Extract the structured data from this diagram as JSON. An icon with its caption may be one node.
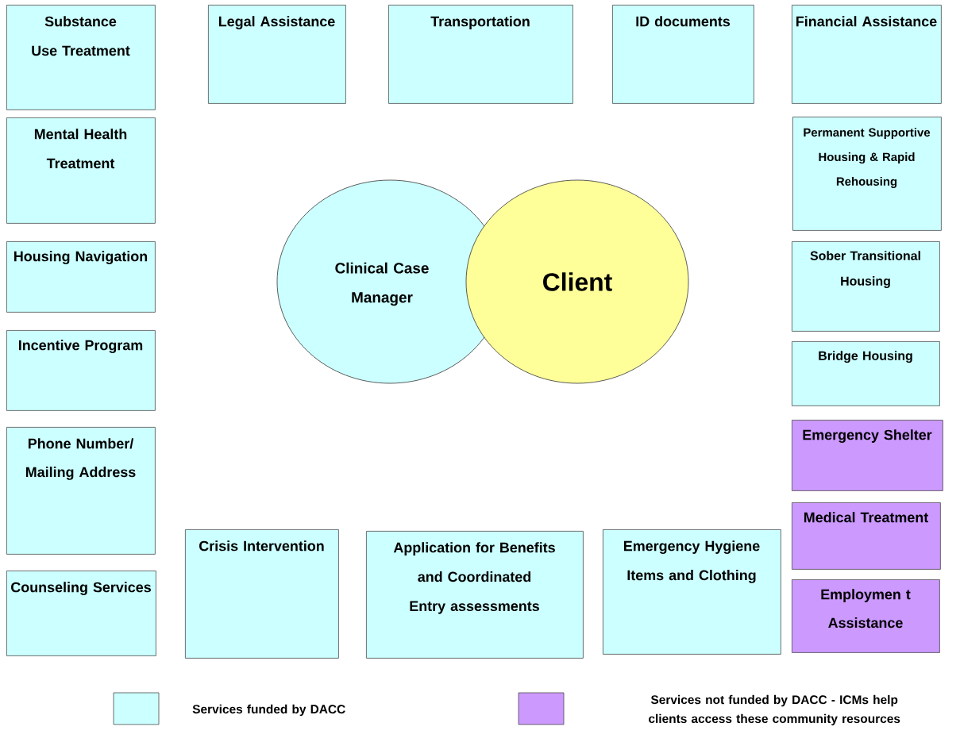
{
  "diagram": {
    "nodes": [
      {
        "text": [
          "Substance Use Treatment"
        ]
      },
      {
        "text": [
          "Legal Assistance"
        ]
      },
      {
        "text": [
          "Transportation"
        ]
      },
      {
        "text": [
          "ID documents"
        ]
      },
      {
        "text": [
          "Financial Assistance"
        ]
      },
      {
        "text": [
          "Mental Health Treatment"
        ]
      },
      {
        "text": [
          "Permanent Supportive Housing & Rapid Rehousing"
        ]
      },
      {
        "text": [
          "Clinical Case Manager"
        ]
      },
      {
        "text": [
          "Client"
        ]
      },
      {
        "text": [
          "Housing Navigation"
        ]
      },
      {
        "text": [
          "Sober Transitional Housing"
        ]
      },
      {
        "text": [
          "Incentive Program"
        ]
      },
      {
        "text": [
          "Bridge Housing"
        ]
      },
      {
        "text": [
          "Phone Number/ Mailing Address"
        ]
      },
      {
        "text": [
          "Emergency Shelter"
        ]
      },
      {
        "text": [
          "Medical Treatment"
        ]
      },
      {
        "text": [
          "Crisis Intervention"
        ]
      },
      {
        "text": [
          "Application for Benefits and Coordinated Entry assessments"
        ]
      },
      {
        "text": [
          "Emergency Hygiene Items and Clothing"
        ]
      },
      {
        "text": [
          "Counseling Services"
        ]
      },
      {
        "text": [
          "Employmen t Assistance"
        ]
      }
    ],
    "legend": [
      {
        "text": "Services funded by DACC",
        "color": "#ccffff"
      },
      {
        "text": "Services not funded by DACC - ICMs help clients access these community resources",
        "color": "#cc99ff"
      }
    ]
  }
}
